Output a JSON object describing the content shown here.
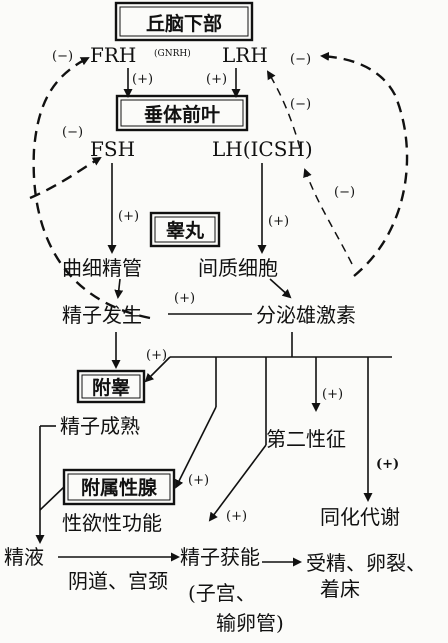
{
  "nodes": {
    "hypothalamus": "丘脑下部",
    "frh": "FRH",
    "gnrh": "(GNRH)",
    "lrh": "LRH",
    "anterior_pituitary": "垂体前叶",
    "fsh": "FSH",
    "lh_icsh": "LH(ICSH)",
    "testis": "睾丸",
    "seminiferous_tubule": "曲细精管",
    "interstitial_cell": "间质细胞",
    "spermatogenesis": "精子发生",
    "androgen_secretion": "分泌雄激素",
    "epididymis": "附睾",
    "sperm_maturation": "精子成熟",
    "secondary_sex": "第二性征",
    "accessory_glands": "附属性腺",
    "sexual_function": "性欲性功能",
    "anabolism": "同化代谢",
    "semen": "精液",
    "vagina_cervix": "阴道、宫颈",
    "capacitation": "精子获能",
    "uterus_oviduct_1": "(子宫、",
    "uterus_oviduct_2": "输卵管)",
    "fertilization_1": "受精、卵裂、",
    "fertilization_2": "着床"
  },
  "signs": {
    "plus": "(+)",
    "minus": "(−)",
    "plus_bold": "(+)"
  }
}
